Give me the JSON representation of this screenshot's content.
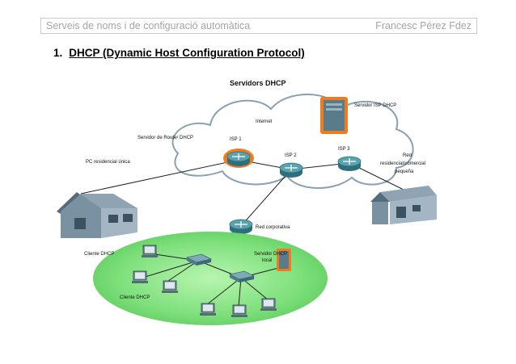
{
  "header": {
    "left": "Serveis de noms i de configuració automàtica",
    "right": "Francesc Pérez Fdez"
  },
  "heading": {
    "number": "1.",
    "text": "DHCP (Dynamic Host Configuration Protocol)"
  },
  "diagram": {
    "title": "Servidors DHCP",
    "labels": {
      "internet": "Internet",
      "isp_server": "Servidor ISP DHCP",
      "router_server": "Servidor de Router DHCP",
      "isp1": "ISP 1",
      "isp2": "ISP 2",
      "isp3": "ISP 3",
      "pc_home": "PC residencial única",
      "net_home_1": "Red",
      "net_home_2": "residencial/comercial",
      "net_home_3": "pequeña",
      "client_top": "Cliente DHCP",
      "corp_net": "Red corporativa",
      "local_server_1": "Servidor DHCP",
      "local_server_2": "local",
      "client_lan": "Cliente DHCP"
    },
    "colors": {
      "cloud_fill": "#ffffff",
      "cloud_stroke": "#8aa0b4",
      "router": "#3f8a97",
      "server_highlight": "#f07b1e",
      "server_body": "#5a7b8c",
      "lan": "#7fe07c",
      "house": "#6f8a9d"
    }
  }
}
